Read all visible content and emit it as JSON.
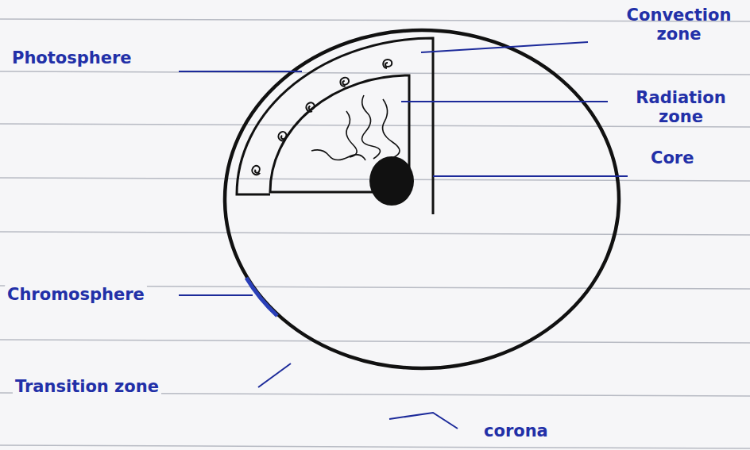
{
  "diagram": {
    "labels": [
      "Photosphere",
      "Convection zone",
      "Radiation zone",
      "Core",
      "Chromosphere",
      "Transition zone",
      "corona"
    ]
  }
}
